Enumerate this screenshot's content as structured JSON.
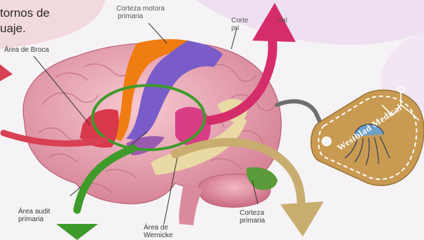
{
  "header": {
    "line1": "tornos de",
    "line2": "uaje."
  },
  "labels": {
    "motor_line1": "Corteza motora",
    "motor_line2": "primaria",
    "somato_line1": "Corte",
    "somato_line1_tail": "rial",
    "somato_line2": "pri",
    "broca": "Área de Broca",
    "auditory_line1": "Área audit",
    "auditory_line2": "primaria",
    "wernicke_line1": "Área de",
    "wernicke_line2": "Wernicke",
    "visual_line1": "Corteza",
    "visual_line2": "primaria"
  },
  "badge": {
    "text": "Westblad Medical"
  },
  "colors": {
    "motor": "#f07d12",
    "somatosensory": "#7a5cc8",
    "broca": "#d8384a",
    "wernicke": "#d83d86",
    "auditory": "#e9d9a4",
    "visual": "#5a9a3a",
    "arrow_pink": "#d52d6a",
    "arrow_green": "#3e9b2a",
    "arrow_tan": "#c8ad6e",
    "badge": "#c89a52"
  }
}
